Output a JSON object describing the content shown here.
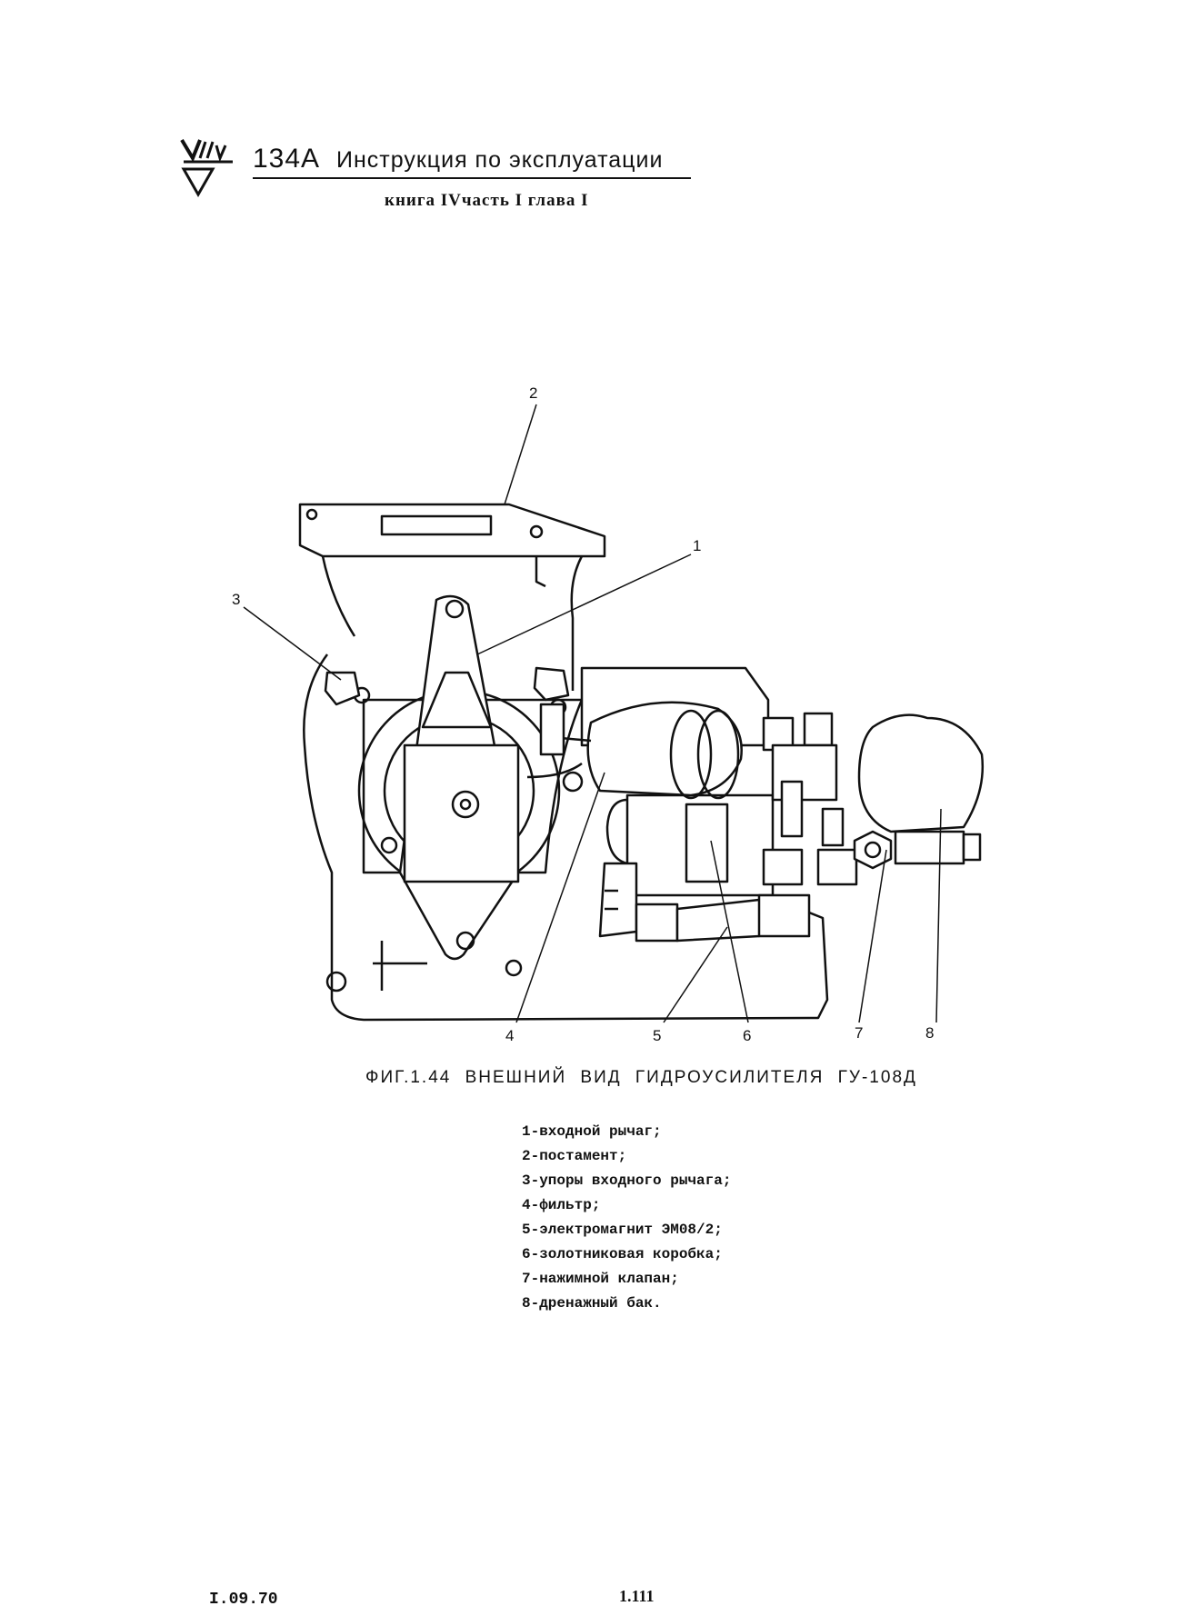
{
  "header": {
    "doc_number": "134А",
    "title": "Инструкция по эксплуатации",
    "subheader": "книга IVчасть I  глава I"
  },
  "figure": {
    "callouts": [
      "1",
      "2",
      "3",
      "4",
      "5",
      "6",
      "7",
      "8"
    ],
    "caption": "ФИГ.1.44 ВНЕШНИЙ ВИД ГИДРОУСИЛИТЕЛЯ ГУ-108Д"
  },
  "legend": [
    "1-входной рычаг;",
    "2-постамент;",
    "3-упоры входного рычага;",
    "4-фильтр;",
    "5-электромагнит ЭМ08/2;",
    "6-золотниковая коробка;",
    "7-нажимной клапан;",
    "8-дренажный бак."
  ],
  "footer": {
    "date": "I.09.70",
    "page": "1.111"
  }
}
